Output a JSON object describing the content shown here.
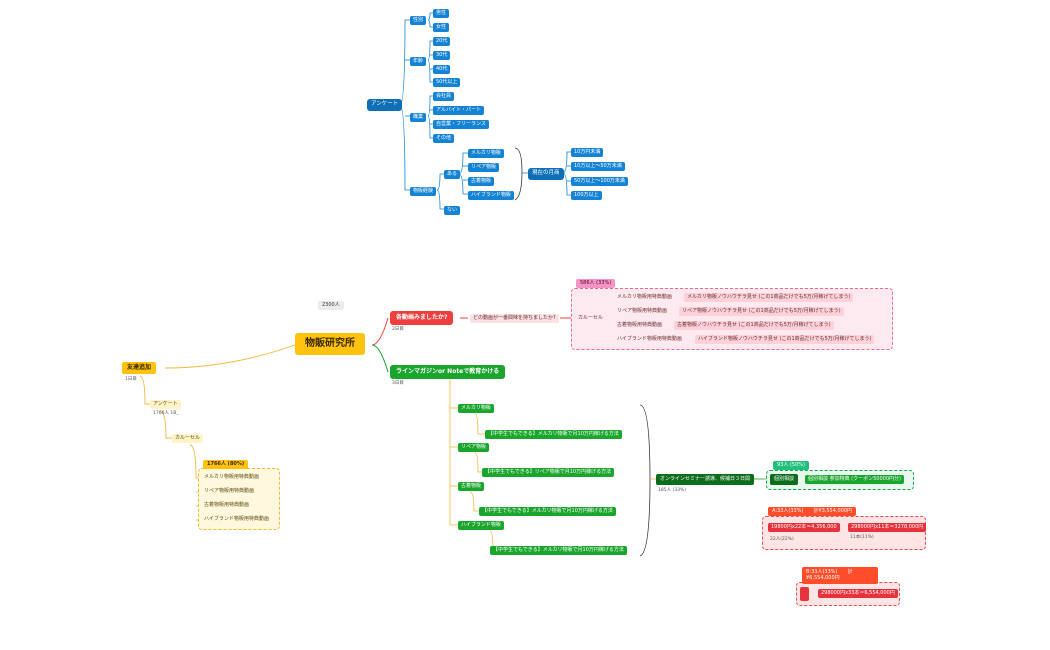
{
  "survey": {
    "root": "アンケート",
    "gender": {
      "label": "性別",
      "items": [
        "男性",
        "女性"
      ]
    },
    "age": {
      "label": "年齢",
      "items": [
        "20代",
        "30代",
        "40代",
        "50代以上"
      ]
    },
    "job": {
      "label": "職業",
      "items": [
        "会社員",
        "アルバイト・パート",
        "自営業・フリーランス",
        "その他"
      ]
    },
    "exp": {
      "label": "物販経験",
      "yes": "ある",
      "no": "ない",
      "yes_items": [
        "メルカリ物販",
        "リペア物販",
        "古着物販",
        "ハイブランド物販"
      ],
      "goal": "現在の月商",
      "goal_items": [
        "10万円未満",
        "10万以上〜50万未満",
        "50万以上〜100万未満",
        "100万以上"
      ]
    }
  },
  "main": {
    "root": "物販研究所",
    "root_count": "2300人",
    "friend": {
      "label": "友達追加",
      "day": "1日目"
    },
    "left": {
      "survey_label": "アンケート",
      "survey_count": "1766人 1B_",
      "carousel_label": "カルーセル",
      "carousel_tag": "1766人 (80%)",
      "carousel_items": [
        "メルカリ物販用特典動画",
        "リペア物販用特典動画",
        "古着物販用特典動画",
        "ハイブランド物販用特典動画"
      ]
    },
    "red": {
      "label": "各動画みましたか?",
      "day": "2日目",
      "question": "どの動画が一番興味を持ちましたか?",
      "carousel": "カルーセル",
      "tag": "586人 (33%)",
      "rows": [
        {
          "a": "メルカリ物販用特典動画",
          "b": "メルカリ物販ノウハウチラ見せ (この1商品だけでも5万/月稼げてしまう)"
        },
        {
          "a": "リペア物販用特典動画",
          "b": "リペア物販ノウハウチラ見せ (この1商品だけでも5万/月稼げてしまう)"
        },
        {
          "a": "古着物販用特典動画",
          "b": "古着物販ノウハウチラ見せ (この1商品だけでも5万/月稼げてしまう)"
        },
        {
          "a": "ハイブランド物販用特典動画",
          "b": "ハイブランド物販ノウハウチラ見せ (この1商品だけでも5万/月稼げてしまう)"
        }
      ]
    },
    "green": {
      "label": "ラインマガジンor Noteで教育かける",
      "day": "3日目",
      "items": [
        {
          "a": "メルカリ物販",
          "b": "【中学生でもできる】メルカリ物販で月10万円稼げる方法"
        },
        {
          "a": "リペア物販",
          "b": "【中学生でもできる】リペア物販で月10万円稼げる方法"
        },
        {
          "a": "古着物販",
          "b": "【中学生でもできる】メルカリ物販で月10万円稼げる方法"
        },
        {
          "a": "ハイブランド物販",
          "b": "【中学生でもできる】メルカリ物販で月10万円稼げる方法"
        }
      ],
      "seminar": "オンラインセミナー誘導、候補日３日間",
      "seminar_count": "185人 (33%)",
      "consult_tag": "93人 (50%)",
      "consult": "個別相談",
      "consult_detail": "個別相談 参加特典 (クーポン50000円分)"
    },
    "planA": {
      "tag": "A:33人(33%)　　計¥3,554,000円",
      "left": "19800円x22本＝4,356,000",
      "left_note": "22人(22%)",
      "right": "298000円x11本＝3278,000円",
      "right_note": "11本(11%)"
    },
    "planB": {
      "tag": "B:33人(33%)　　計¥6,554,000円",
      "right": "298000円x33本＝6,554,000円"
    }
  },
  "colors": {
    "root": "#ffc20e",
    "red": "#ef3e3e",
    "green": "#1aa52d",
    "blue": "#1483d4"
  }
}
